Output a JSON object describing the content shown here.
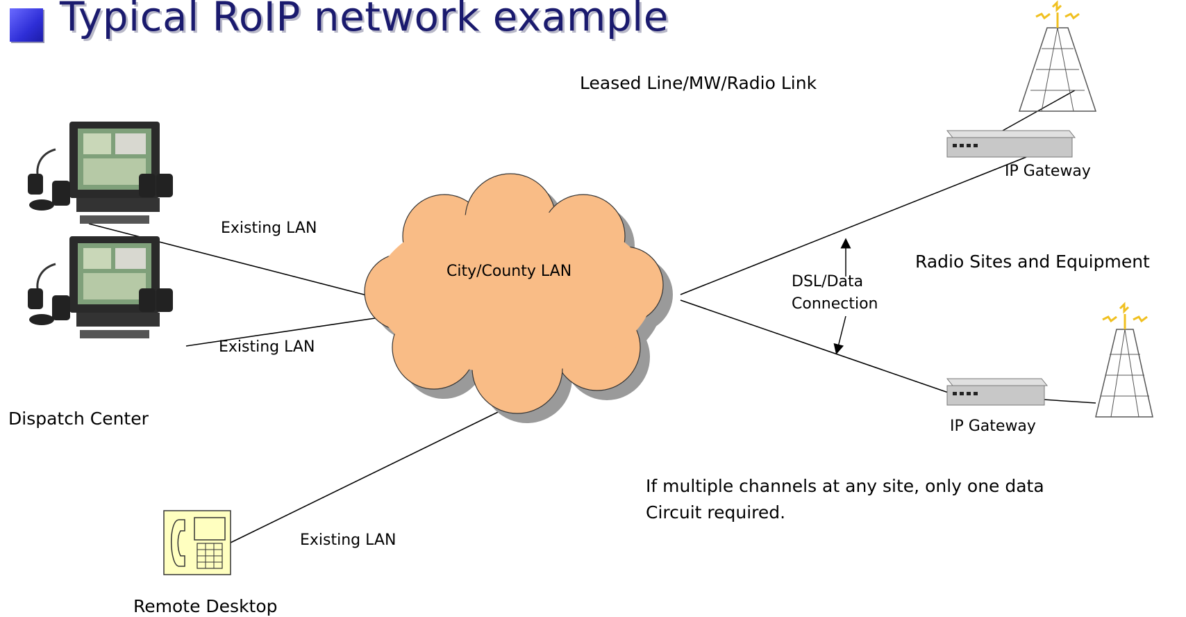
{
  "slide": {
    "title": "Typical RoIP network example"
  },
  "labels": {
    "leased_line": "Leased Line/MW/Radio Link",
    "ip_gateway_top": "IP Gateway",
    "radio_sites": "Radio Sites and Equipment",
    "existing_lan_1": "Existing LAN",
    "existing_lan_2": "Existing LAN",
    "existing_lan_3": "Existing LAN",
    "city_county_lan": "City/County LAN",
    "dsl_line1": "DSL/Data",
    "dsl_line2": "Connection",
    "dispatch_center": "Dispatch Center",
    "ip_gateway_bottom": "IP Gateway",
    "note_line1": "If multiple channels at any site, only one data",
    "note_line2": "Circuit required.",
    "remote_desktop": "Remote Desktop"
  },
  "colors": {
    "title": "#1a1a6e",
    "bullet": "#3a3ae0",
    "cloud_fill": "#f9bc86",
    "cloud_shadow": "#9a9a9a",
    "gateway": "#c8c8c8",
    "phone_bg": "#ffffc0",
    "antenna": "#f0c020"
  },
  "icons": {
    "workstation": "dispatch-console-icon",
    "gateway": "ip-gateway-icon",
    "tower": "radio-tower-icon",
    "phone": "desk-phone-icon",
    "cloud": "network-cloud-icon"
  }
}
